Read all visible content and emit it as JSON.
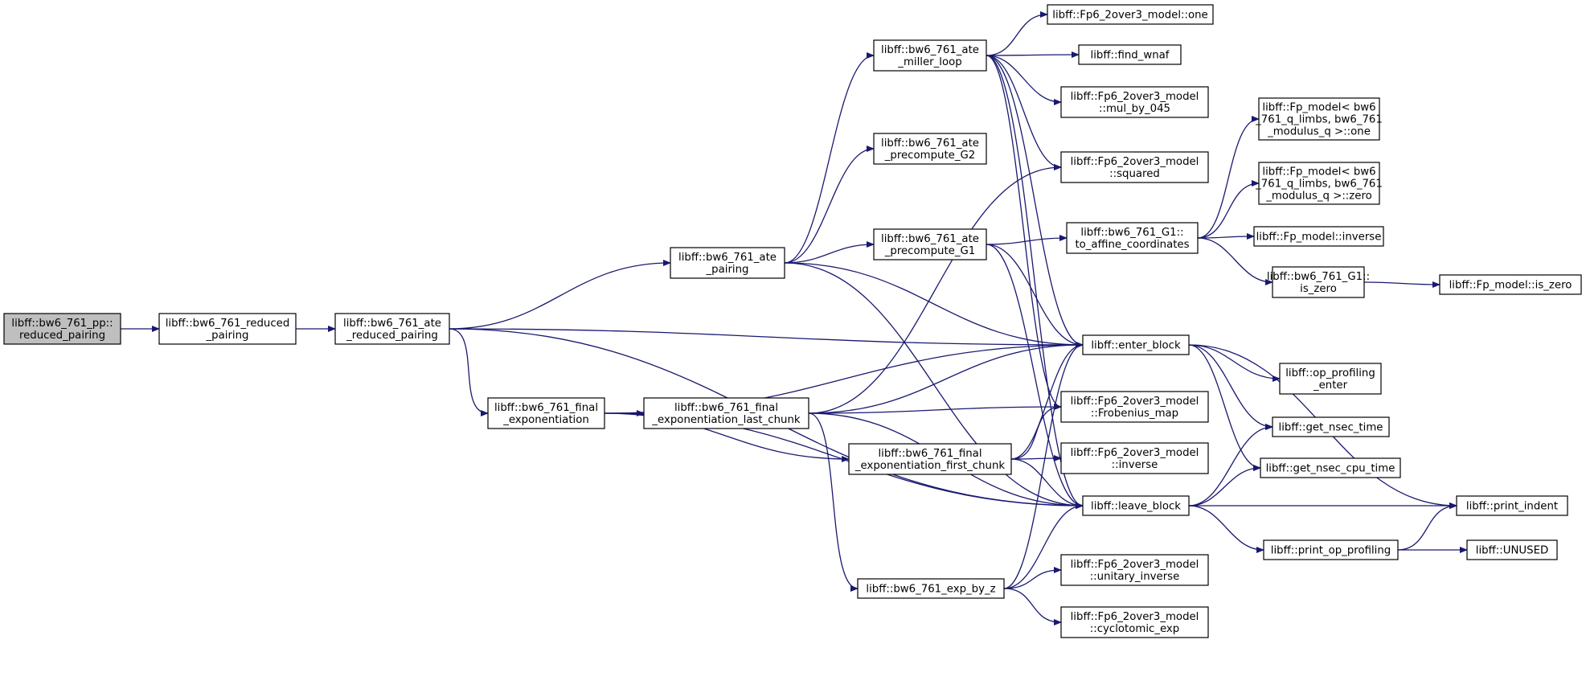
{
  "colors": {
    "edge": "#191970",
    "root_fill": "#bfbfbf",
    "node_fill": "#ffffff",
    "node_border": "#000000"
  },
  "nodes": [
    {
      "id": "root",
      "lines": [
        "libff::bw6_761_pp::",
        "reduced_pairing"
      ]
    },
    {
      "id": "reduced_pairing",
      "lines": [
        "libff::bw6_761_reduced",
        "_pairing"
      ]
    },
    {
      "id": "ate_reduced_pairing",
      "lines": [
        "libff::bw6_761_ate",
        "_reduced_pairing"
      ]
    },
    {
      "id": "ate_pairing",
      "lines": [
        "libff::bw6_761_ate",
        "_pairing"
      ]
    },
    {
      "id": "final_exp",
      "lines": [
        "libff::bw6_761_final",
        "_exponentiation"
      ]
    },
    {
      "id": "miller_loop",
      "lines": [
        "libff::bw6_761_ate",
        "_miller_loop"
      ]
    },
    {
      "id": "precompute_g2",
      "lines": [
        "libff::bw6_761_ate",
        "_precompute_G2"
      ]
    },
    {
      "id": "precompute_g1",
      "lines": [
        "libff::bw6_761_ate",
        "_precompute_G1"
      ]
    },
    {
      "id": "last_chunk",
      "lines": [
        "libff::bw6_761_final",
        "_exponentiation_last_chunk"
      ]
    },
    {
      "id": "first_chunk",
      "lines": [
        "libff::bw6_761_final",
        "_exponentiation_first_chunk"
      ]
    },
    {
      "id": "exp_by_z",
      "lines": [
        "libff::bw6_761_exp_by_z"
      ]
    },
    {
      "id": "fp6_one",
      "lines": [
        "libff::Fp6_2over3_model::one"
      ]
    },
    {
      "id": "find_wnaf",
      "lines": [
        "libff::find_wnaf"
      ]
    },
    {
      "id": "mul_by_045",
      "lines": [
        "libff::Fp6_2over3_model",
        "::mul_by_045"
      ]
    },
    {
      "id": "fp6_squared",
      "lines": [
        "libff::Fp6_2over3_model",
        "::squared"
      ]
    },
    {
      "id": "to_affine",
      "lines": [
        "libff::bw6_761_G1::",
        "to_affine_coordinates"
      ]
    },
    {
      "id": "enter_block",
      "lines": [
        "libff::enter_block"
      ]
    },
    {
      "id": "frobenius",
      "lines": [
        "libff::Fp6_2over3_model",
        "::Frobenius_map"
      ]
    },
    {
      "id": "fp6_inverse",
      "lines": [
        "libff::Fp6_2over3_model",
        "::inverse"
      ]
    },
    {
      "id": "leave_block",
      "lines": [
        "libff::leave_block"
      ]
    },
    {
      "id": "unitary_inverse",
      "lines": [
        "libff::Fp6_2over3_model",
        "::unitary_inverse"
      ]
    },
    {
      "id": "cyclotomic_exp",
      "lines": [
        "libff::Fp6_2over3_model",
        "::cyclotomic_exp"
      ]
    },
    {
      "id": "fp_one",
      "lines": [
        "libff::Fp_model< bw6",
        "_761_q_limbs, bw6_761",
        "_modulus_q >::one"
      ]
    },
    {
      "id": "fp_zero",
      "lines": [
        "libff::Fp_model< bw6",
        "_761_q_limbs, bw6_761",
        "_modulus_q >::zero"
      ]
    },
    {
      "id": "fp_inverse",
      "lines": [
        "libff::Fp_model::inverse"
      ]
    },
    {
      "id": "g1_is_zero",
      "lines": [
        "libff::bw6_761_G1::",
        "is_zero"
      ]
    },
    {
      "id": "fp_is_zero",
      "lines": [
        "libff::Fp_model::is_zero"
      ]
    },
    {
      "id": "op_prof_enter",
      "lines": [
        "libff::op_profiling",
        "_enter"
      ]
    },
    {
      "id": "nsec_time",
      "lines": [
        "libff::get_nsec_time"
      ]
    },
    {
      "id": "nsec_cpu",
      "lines": [
        "libff::get_nsec_cpu_time"
      ]
    },
    {
      "id": "print_indent",
      "lines": [
        "libff::print_indent"
      ]
    },
    {
      "id": "print_op_prof",
      "lines": [
        "libff::print_op_profiling"
      ]
    },
    {
      "id": "unused",
      "lines": [
        "libff::UNUSED"
      ]
    }
  ],
  "edges": [
    [
      "root",
      "reduced_pairing"
    ],
    [
      "reduced_pairing",
      "ate_reduced_pairing"
    ],
    [
      "ate_reduced_pairing",
      "ate_pairing"
    ],
    [
      "ate_reduced_pairing",
      "final_exp"
    ],
    [
      "ate_reduced_pairing",
      "enter_block"
    ],
    [
      "ate_reduced_pairing",
      "leave_block"
    ],
    [
      "ate_pairing",
      "miller_loop"
    ],
    [
      "ate_pairing",
      "precompute_g2"
    ],
    [
      "ate_pairing",
      "precompute_g1"
    ],
    [
      "ate_pairing",
      "enter_block"
    ],
    [
      "ate_pairing",
      "leave_block"
    ],
    [
      "miller_loop",
      "fp6_one"
    ],
    [
      "miller_loop",
      "find_wnaf"
    ],
    [
      "miller_loop",
      "mul_by_045"
    ],
    [
      "miller_loop",
      "fp6_squared"
    ],
    [
      "miller_loop",
      "enter_block"
    ],
    [
      "miller_loop",
      "frobenius"
    ],
    [
      "miller_loop",
      "leave_block"
    ],
    [
      "precompute_g1",
      "to_affine"
    ],
    [
      "precompute_g1",
      "enter_block"
    ],
    [
      "precompute_g1",
      "leave_block"
    ],
    [
      "to_affine",
      "fp_one"
    ],
    [
      "to_affine",
      "fp_zero"
    ],
    [
      "to_affine",
      "fp_inverse"
    ],
    [
      "to_affine",
      "g1_is_zero"
    ],
    [
      "g1_is_zero",
      "fp_is_zero"
    ],
    [
      "final_exp",
      "last_chunk"
    ],
    [
      "final_exp",
      "first_chunk"
    ],
    [
      "final_exp",
      "enter_block"
    ],
    [
      "final_exp",
      "leave_block"
    ],
    [
      "last_chunk",
      "fp6_squared"
    ],
    [
      "last_chunk",
      "enter_block"
    ],
    [
      "last_chunk",
      "frobenius"
    ],
    [
      "last_chunk",
      "exp_by_z"
    ],
    [
      "last_chunk",
      "leave_block"
    ],
    [
      "first_chunk",
      "enter_block"
    ],
    [
      "first_chunk",
      "frobenius"
    ],
    [
      "first_chunk",
      "fp6_inverse"
    ],
    [
      "first_chunk",
      "leave_block"
    ],
    [
      "exp_by_z",
      "enter_block"
    ],
    [
      "exp_by_z",
      "leave_block"
    ],
    [
      "exp_by_z",
      "unitary_inverse"
    ],
    [
      "exp_by_z",
      "cyclotomic_exp"
    ],
    [
      "enter_block",
      "op_prof_enter"
    ],
    [
      "enter_block",
      "nsec_time"
    ],
    [
      "enter_block",
      "nsec_cpu"
    ],
    [
      "enter_block",
      "print_indent"
    ],
    [
      "leave_block",
      "nsec_time"
    ],
    [
      "leave_block",
      "nsec_cpu"
    ],
    [
      "leave_block",
      "print_indent"
    ],
    [
      "leave_block",
      "print_op_prof"
    ],
    [
      "print_op_prof",
      "print_indent"
    ],
    [
      "print_op_prof",
      "unused"
    ]
  ]
}
